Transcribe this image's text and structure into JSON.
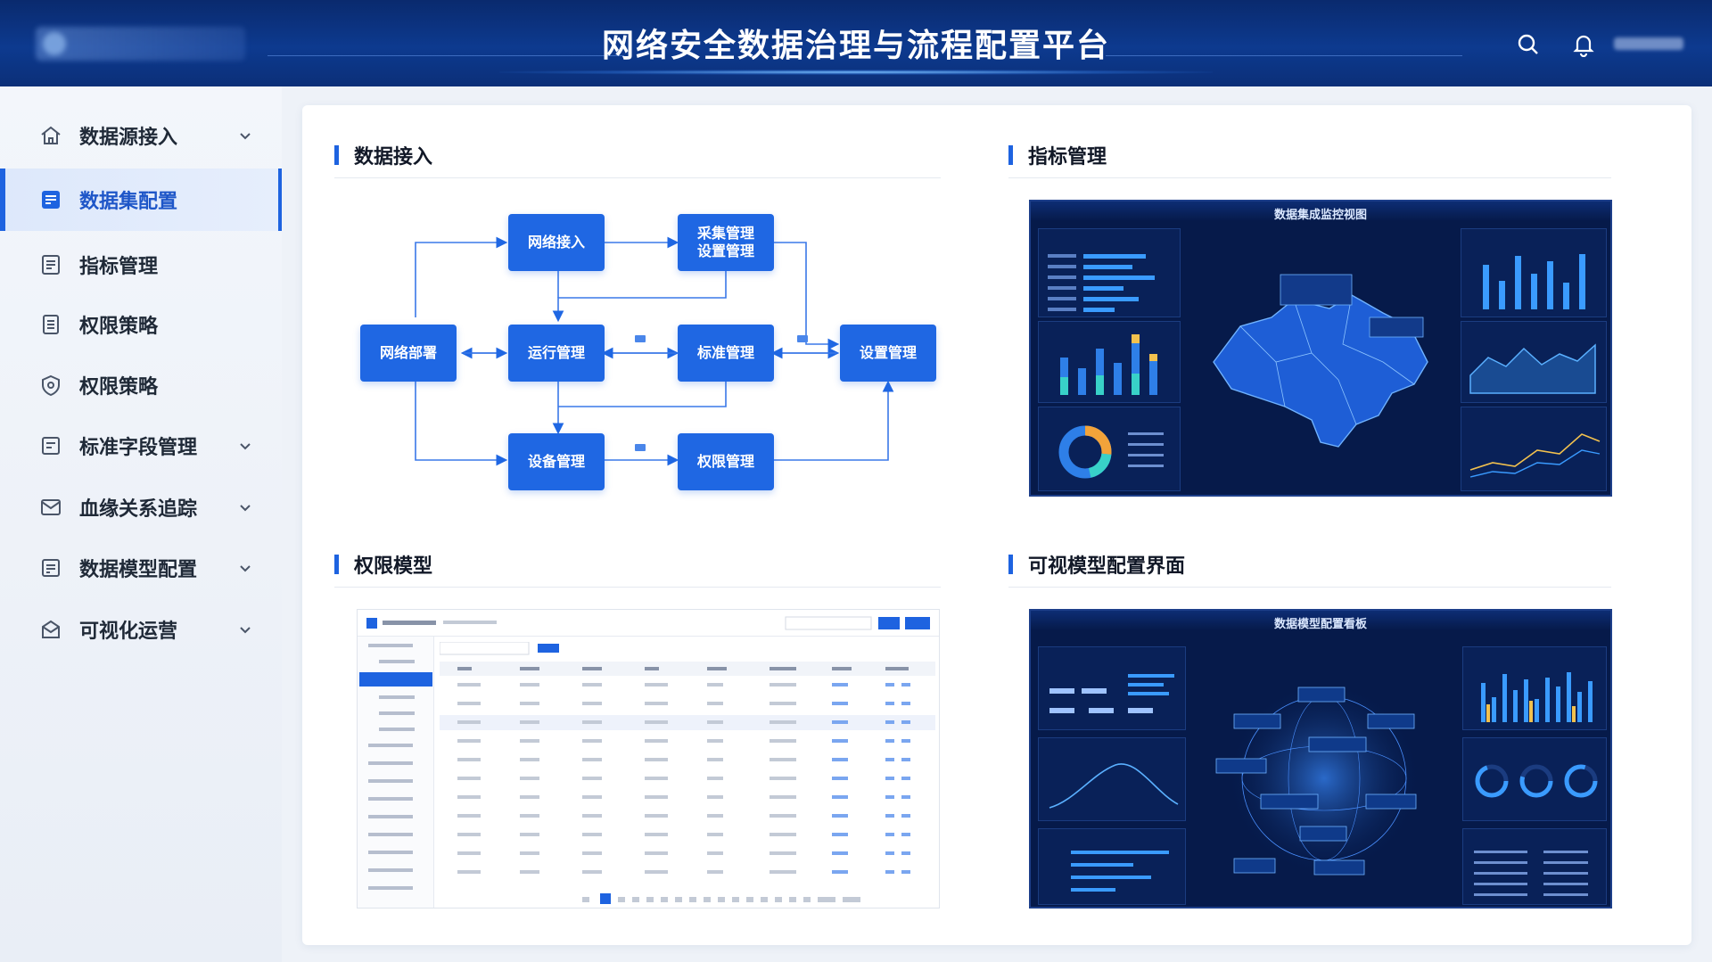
{
  "header": {
    "title": "网络安全数据治理与流程配置平台",
    "search_icon": "search-icon",
    "bell_icon": "bell-icon"
  },
  "sidebar": {
    "items": [
      {
        "label": "数据源接入",
        "icon": "home-icon",
        "expandable": true,
        "active": false
      },
      {
        "label": "数据集配置",
        "icon": "dataset-icon",
        "expandable": false,
        "active": true
      },
      {
        "label": "指标管理",
        "icon": "document-icon",
        "expandable": false,
        "active": false
      },
      {
        "label": "权限策略",
        "icon": "list-icon",
        "expandable": false,
        "active": false
      },
      {
        "label": "权限策略",
        "icon": "shield-icon",
        "expandable": false,
        "active": false
      },
      {
        "label": "标准字段管理",
        "icon": "field-icon",
        "expandable": true,
        "active": false
      },
      {
        "label": "血缘关系追踪",
        "icon": "lineage-icon",
        "expandable": true,
        "active": false
      },
      {
        "label": "数据模型配置",
        "icon": "model-icon",
        "expandable": true,
        "active": false
      },
      {
        "label": "可视化运营",
        "icon": "visual-icon",
        "expandable": true,
        "active": false
      }
    ]
  },
  "sections": {
    "data_access": {
      "title": "数据接入"
    },
    "metric_mgmt": {
      "title": "指标管理"
    },
    "perm_model": {
      "title": "权限模型"
    },
    "visual_config": {
      "title": "可视模型配置界面"
    }
  },
  "flow": {
    "nodes": {
      "net_access": "网络接入",
      "collect": "采集管理\n设置管理",
      "net_deploy": "网络部署",
      "ops": "运行管理",
      "std": "标准管理",
      "config": "设置管理",
      "device": "设备管理",
      "perm": "权限管理"
    }
  },
  "dashboard1": {
    "title": "数据集成监控视图"
  },
  "dashboard2": {
    "title": "数据模型配置看板"
  },
  "colors": {
    "accent": "#1e63e0",
    "header_bg": "#0d3a8f",
    "flow_box": "#1f67e3",
    "dash_bg": "#061a4a"
  }
}
